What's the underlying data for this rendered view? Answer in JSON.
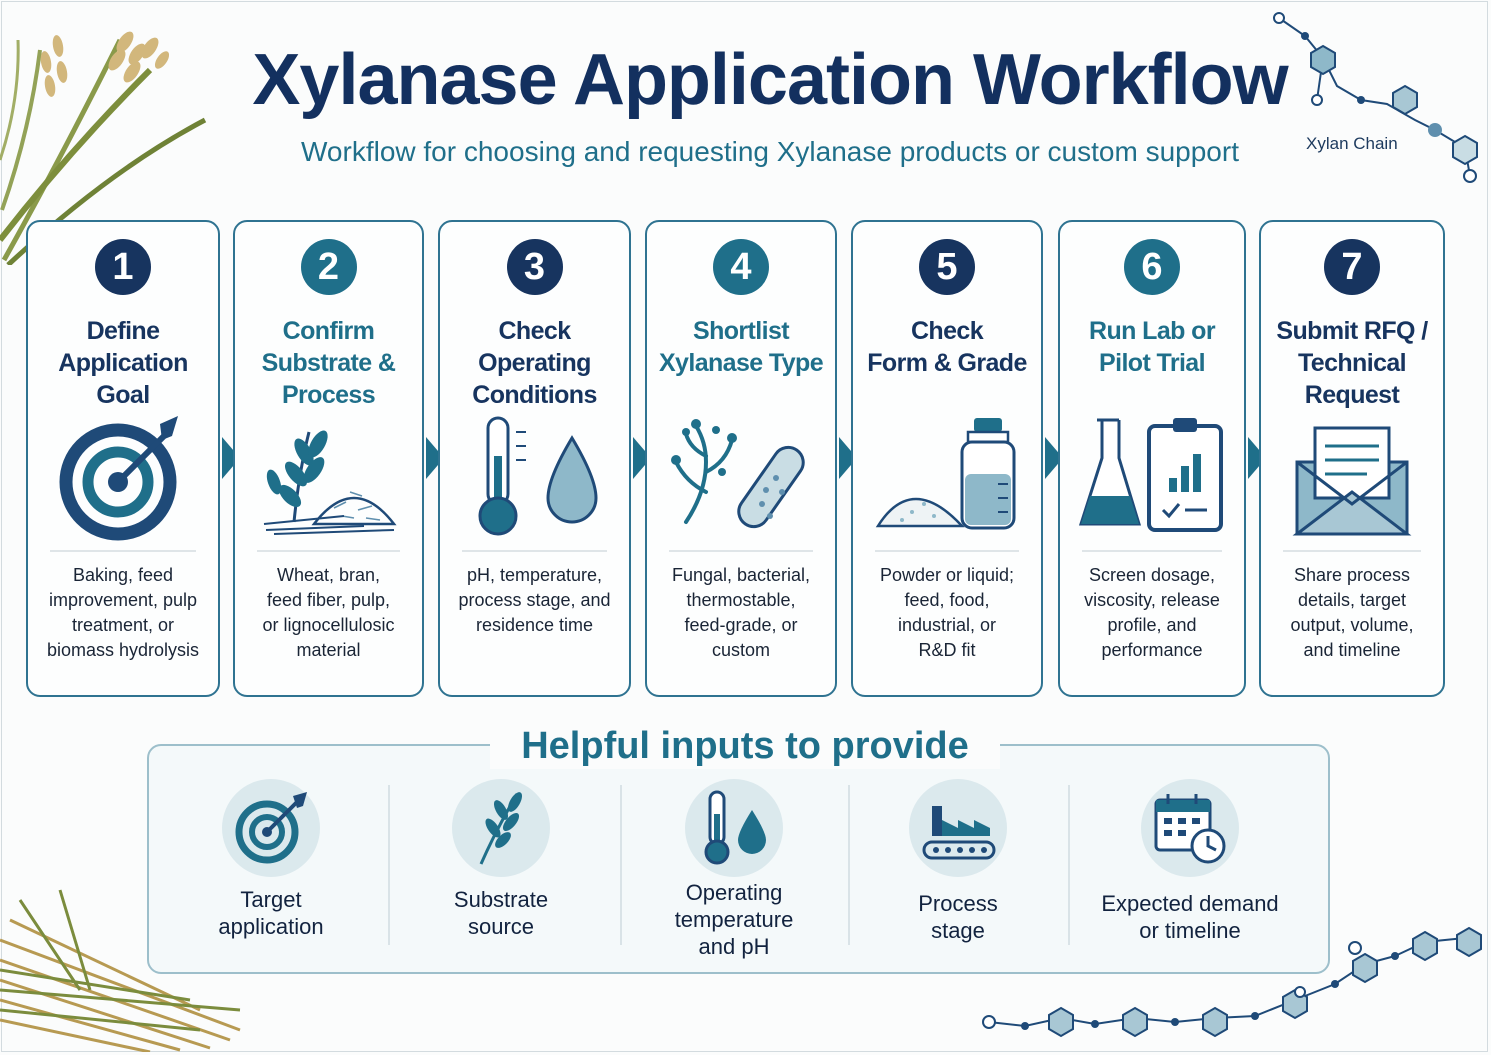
{
  "header": {
    "title": "Xylanase Application Workflow",
    "subtitle": "Workflow for choosing and requesting Xylanase products or custom support",
    "decoration_label": "Xylan Chain"
  },
  "colors": {
    "navy": "#17345f",
    "teal": "#1f6f8a",
    "card_border": "#2f7391",
    "light_fill": "#dbe9ed"
  },
  "steps": [
    {
      "number": "1",
      "title": "Define\nApplication Goal",
      "description": "Baking, feed\nimprovement, pulp\ntreatment, or\nbiomass hydrolysis",
      "icon": "target-icon"
    },
    {
      "number": "2",
      "title": "Confirm\nSubstrate &\nProcess",
      "description": "Wheat, bran,\nfeed fiber, pulp,\nor lignocellulosic\nmaterial",
      "icon": "plant-substrate-icon"
    },
    {
      "number": "3",
      "title": "Check\nOperating\nConditions",
      "description": "pH, temperature,\nprocess stage, and\nresidence time",
      "icon": "thermometer-ph-icon"
    },
    {
      "number": "4",
      "title": "Shortlist\nXylanase Type",
      "description": "Fungal, bacterial,\nthermostable,\nfeed-grade, or\ncustom",
      "icon": "fungus-bacteria-icon"
    },
    {
      "number": "5",
      "title": "Check\nForm & Grade",
      "description": "Powder or liquid;\nfeed, food,\nindustrial, or\nR&D fit",
      "icon": "powder-bottle-icon"
    },
    {
      "number": "6",
      "title": "Run Lab or\nPilot Trial",
      "description": "Screen dosage,\nviscosity, release\nprofile, and\nperformance",
      "icon": "flask-clipboard-icon"
    },
    {
      "number": "7",
      "title": "Submit RFQ /\nTechnical\nRequest",
      "description": "Share process\ndetails, target\noutput, volume,\nand timeline",
      "icon": "envelope-icon"
    }
  ],
  "inputs": {
    "title": "Helpful inputs to provide",
    "items": [
      {
        "label": "Target\napplication",
        "icon": "target-icon"
      },
      {
        "label": "Substrate\nsource",
        "icon": "leaf-icon"
      },
      {
        "label": "Operating\ntemperature\nand pH",
        "icon": "thermometer-drop-icon"
      },
      {
        "label": "Process\nstage",
        "icon": "factory-conveyor-icon"
      },
      {
        "label": "Expected demand\nor timeline",
        "icon": "calendar-clock-icon"
      }
    ]
  }
}
